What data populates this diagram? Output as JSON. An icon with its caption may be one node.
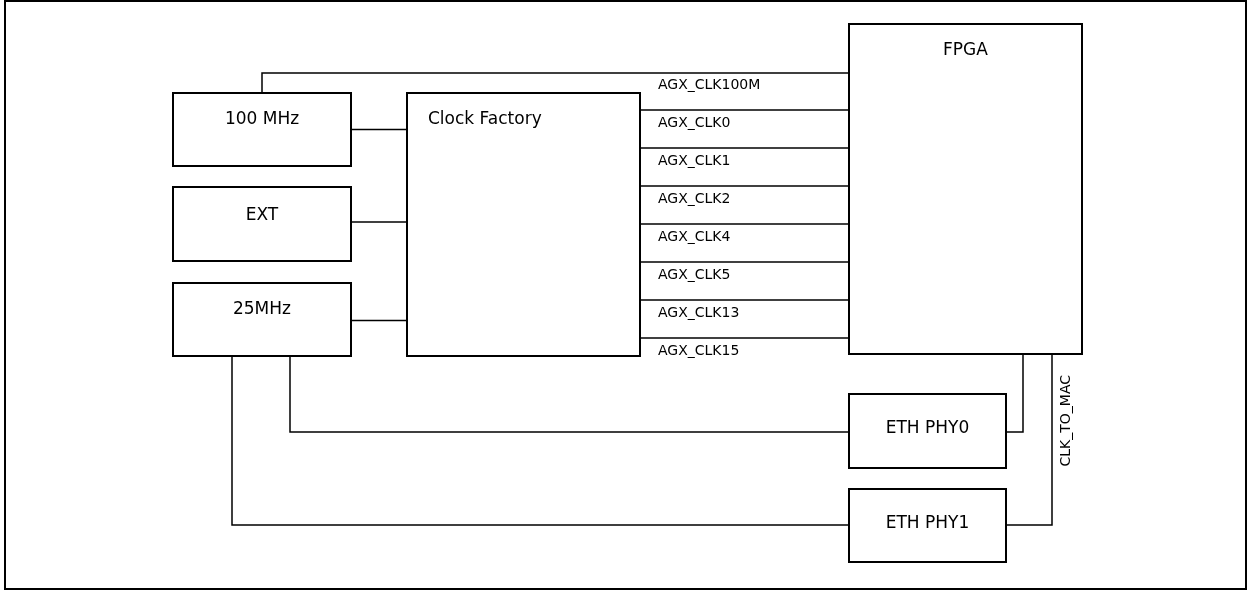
{
  "diagram": {
    "nodes": [
      {
        "text": [
          "FPGA"
        ]
      },
      {
        "text": [
          "100 MHz"
        ]
      },
      {
        "text": [
          "EXT"
        ]
      },
      {
        "text": [
          "25MHz"
        ]
      },
      {
        "text": [
          "Clock Factory"
        ]
      },
      {
        "text": [
          "ETH PHY0"
        ]
      },
      {
        "text": [
          "ETH PHY1"
        ]
      }
    ],
    "edges": [
      {
        "from": 1,
        "to": 0,
        "arrow": "none",
        "label": "AGX_CLK100M"
      },
      {
        "from": 1,
        "to": 4,
        "arrow": "none"
      },
      {
        "from": 2,
        "to": 4,
        "arrow": "none"
      },
      {
        "from": 3,
        "to": 4,
        "arrow": "none"
      },
      {
        "from": 4,
        "to": 0,
        "arrow": "none",
        "label": "AGX_CLK0"
      },
      {
        "from": 4,
        "to": 0,
        "arrow": "none",
        "label": "AGX_CLK1"
      },
      {
        "from": 4,
        "to": 0,
        "arrow": "none",
        "label": "AGX_CLK2"
      },
      {
        "from": 4,
        "to": 0,
        "arrow": "none",
        "label": "AGX_CLK4"
      },
      {
        "from": 4,
        "to": 0,
        "arrow": "none",
        "label": "AGX_CLK5"
      },
      {
        "from": 4,
        "to": 0,
        "arrow": "none",
        "label": "AGX_CLK13"
      },
      {
        "from": 4,
        "to": 0,
        "arrow": "none",
        "label": "AGX_CLK15"
      },
      {
        "from": 3,
        "to": 5,
        "arrow": "none"
      },
      {
        "from": 3,
        "to": 6,
        "arrow": "none"
      },
      {
        "from": 0,
        "to": 5,
        "arrow": "none"
      },
      {
        "from": 0,
        "to": 6,
        "arrow": "none",
        "label": "CLK_TO_MAC"
      }
    ]
  }
}
